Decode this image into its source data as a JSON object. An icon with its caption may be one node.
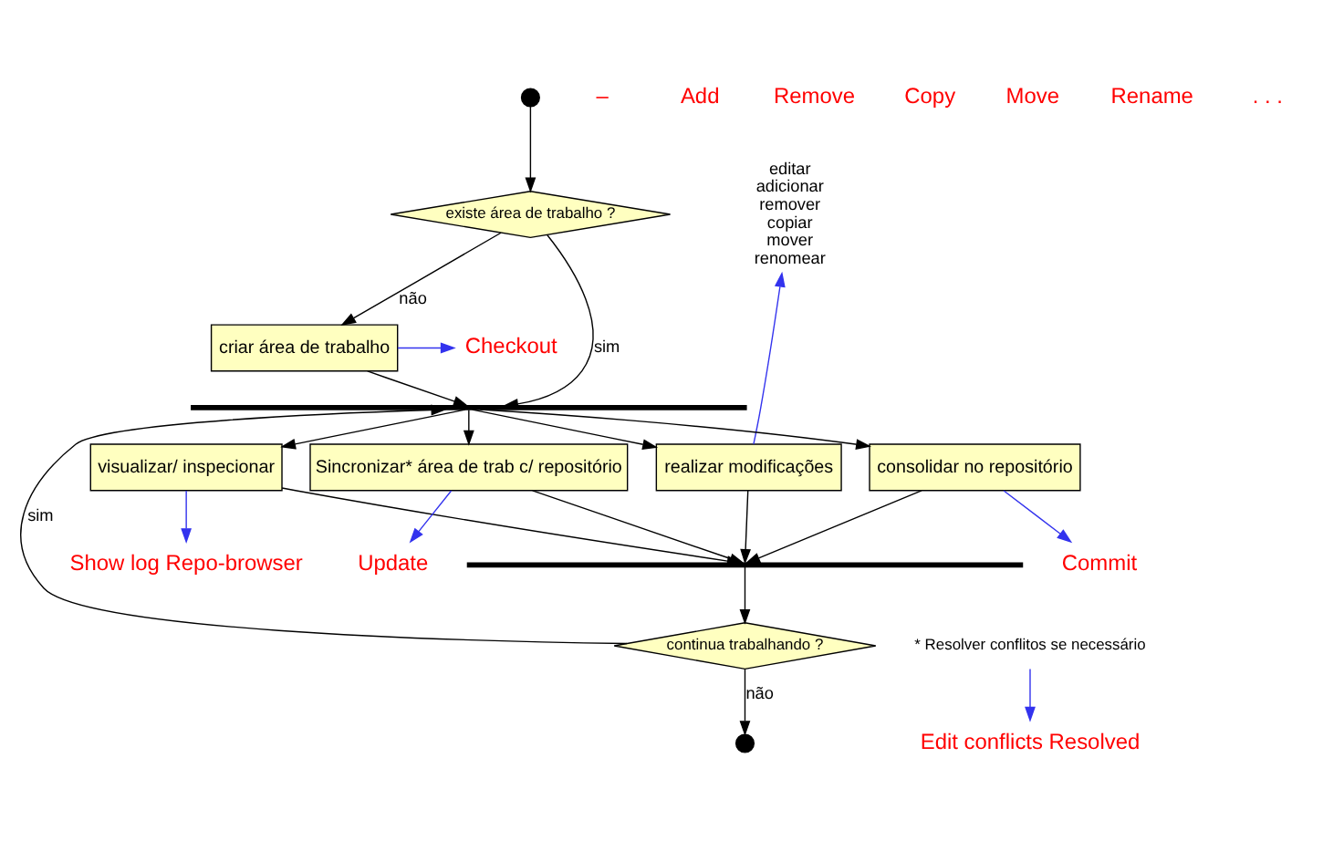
{
  "diagram": {
    "nodes": [
      {
        "text": [],
        "shape": "circle"
      },
      {
        "text": [
          "existe área de trabalho ?"
        ]
      },
      {
        "text": [
          "criar área de trabalho"
        ]
      },
      {
        "text": [
          "realizar modificações"
        ]
      },
      {
        "text": [
          "consolidar no repositório"
        ]
      },
      {
        "text": [
          "visualizar/ inspecionar"
        ]
      },
      {
        "text": [
          "Sincronizar* área de trab c/ repositório"
        ]
      },
      {
        "text": [
          "continua trabalhando ?"
        ]
      },
      {
        "text": [],
        "shape": "circle"
      },
      {
        "text": [],
        "shape": "bar"
      },
      {
        "text": [],
        "shape": "bar"
      },
      {
        "text": [
          "editar",
          "adicionar",
          "remover",
          "copiar",
          "mover",
          "renomear"
        ]
      },
      {
        "text": [
          "* Resolver conflitos se necessário"
        ]
      },
      {
        "text": [
          "Edit conflicts Resolved"
        ]
      },
      {
        "text": [
          "Checkout"
        ]
      },
      {
        "text": [
          "Update"
        ]
      },
      {
        "text": [
          "Commit"
        ]
      },
      {
        "text": [
          "Show log Repo-browser"
        ]
      }
    ],
    "edges": [
      {
        "from": 0,
        "to": 1,
        "arrow": "to"
      },
      {
        "from": 1,
        "to": 2,
        "arrow": "to",
        "label": "não"
      },
      {
        "from": 1,
        "to": 9,
        "arrow": "to",
        "label": "sim"
      },
      {
        "from": 2,
        "to": 9,
        "arrow": "to"
      },
      {
        "from": 9,
        "to": 3,
        "arrow": "to"
      },
      {
        "from": 9,
        "to": 4,
        "arrow": "to"
      },
      {
        "from": 9,
        "to": 5,
        "arrow": "to"
      },
      {
        "from": 9,
        "to": 6,
        "arrow": "to"
      },
      {
        "from": 3,
        "to": 10,
        "arrow": "to"
      },
      {
        "from": 4,
        "to": 10,
        "arrow": "to"
      },
      {
        "from": 5,
        "to": 10,
        "arrow": "to"
      },
      {
        "from": 6,
        "to": 10,
        "arrow": "to"
      },
      {
        "from": 10,
        "to": 7,
        "arrow": "to"
      },
      {
        "from": 7,
        "to": 8,
        "arrow": "to",
        "label": "não"
      },
      {
        "from": 7,
        "to": 9,
        "arrow": "to",
        "label": "sim"
      },
      {
        "from": 3,
        "to": 11,
        "arrow": "to",
        "color": "#3333ee"
      },
      {
        "from": 2,
        "to": 14,
        "arrow": "to",
        "color": "#3333ee"
      },
      {
        "from": 6,
        "to": 15,
        "arrow": "to",
        "color": "#3333ee"
      },
      {
        "from": 4,
        "to": 16,
        "arrow": "to",
        "color": "#3333ee"
      },
      {
        "from": 5,
        "to": 17,
        "arrow": "to",
        "color": "#3333ee"
      },
      {
        "from": 12,
        "to": 13,
        "arrow": "to",
        "color": "#3333ee"
      }
    ],
    "labels": [
      "–",
      "Add",
      "Remove",
      "Copy",
      "Move",
      "Rename",
      ". . ."
    ]
  }
}
